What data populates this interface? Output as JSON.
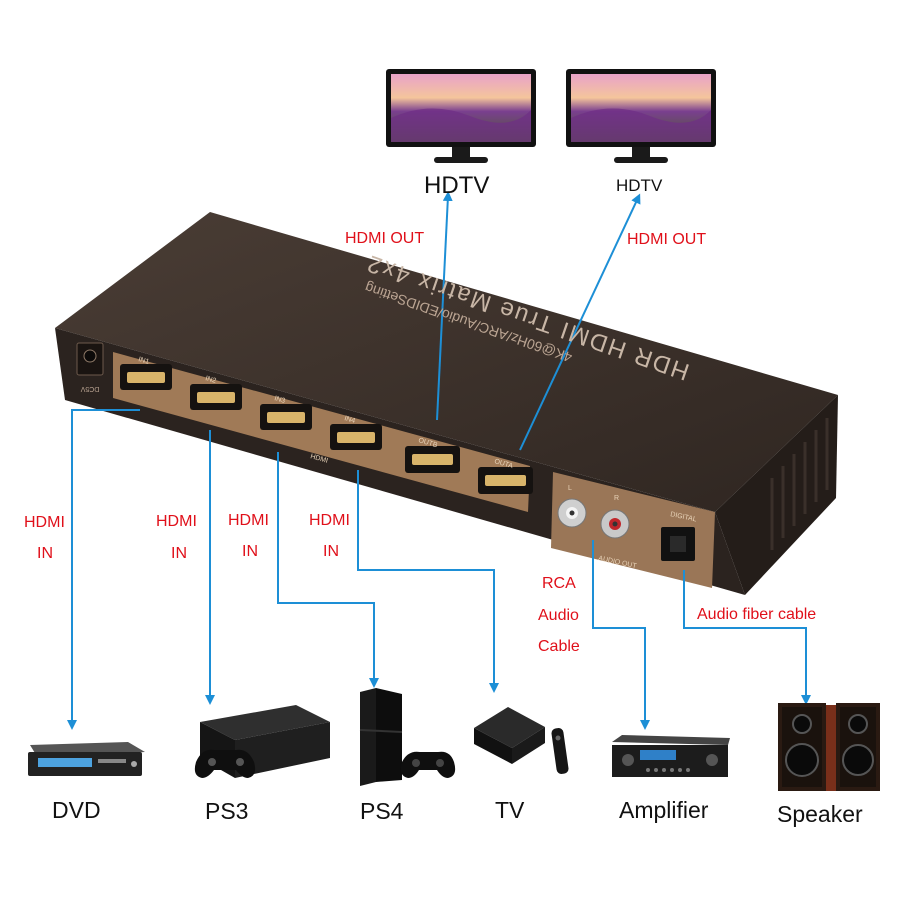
{
  "colors": {
    "arrow": "#1d8fd6",
    "label_red": "#e0101a",
    "box_top": "#3b302a",
    "box_front": "#2b231f",
    "panel": "#a07a57"
  },
  "box": {
    "top_line1": "HDR HDMI True Matrix 4x2",
    "top_line2": "4K@60Hz/ARC/Audio/EDIDSetting",
    "power_label": "DC5V",
    "port_labels": {
      "in1": "IN1",
      "in2": "IN2",
      "in3": "IN3",
      "in4": "IN4",
      "outb": "OUTB",
      "outa": "OUTA",
      "hdmi": "HDMI"
    },
    "audio_labels": {
      "left": "L",
      "right": "R",
      "digital": "DIGITAL",
      "audio_out": "AUDIO OUT"
    }
  },
  "displays": [
    {
      "label": "HDTV"
    },
    {
      "label": "HDTV"
    }
  ],
  "connections": {
    "hdmi_out_a": "HDMI OUT",
    "hdmi_out_b": "HDMI OUT",
    "in1": {
      "l1": "HDMI",
      "l2": "IN"
    },
    "in2": {
      "l1": "HDMI",
      "l2": "IN"
    },
    "in3": {
      "l1": "HDMI",
      "l2": "IN"
    },
    "in4": {
      "l1": "HDMI",
      "l2": "IN"
    },
    "rca": {
      "l1": "RCA",
      "l2": "Audio",
      "l3": "Cable"
    },
    "fiber": "Audio fiber cable"
  },
  "devices": {
    "dvd": "DVD",
    "ps3": "PS3",
    "ps4": "PS4",
    "tv": "TV",
    "amplifier": "Amplifier",
    "speaker": "Speaker"
  }
}
